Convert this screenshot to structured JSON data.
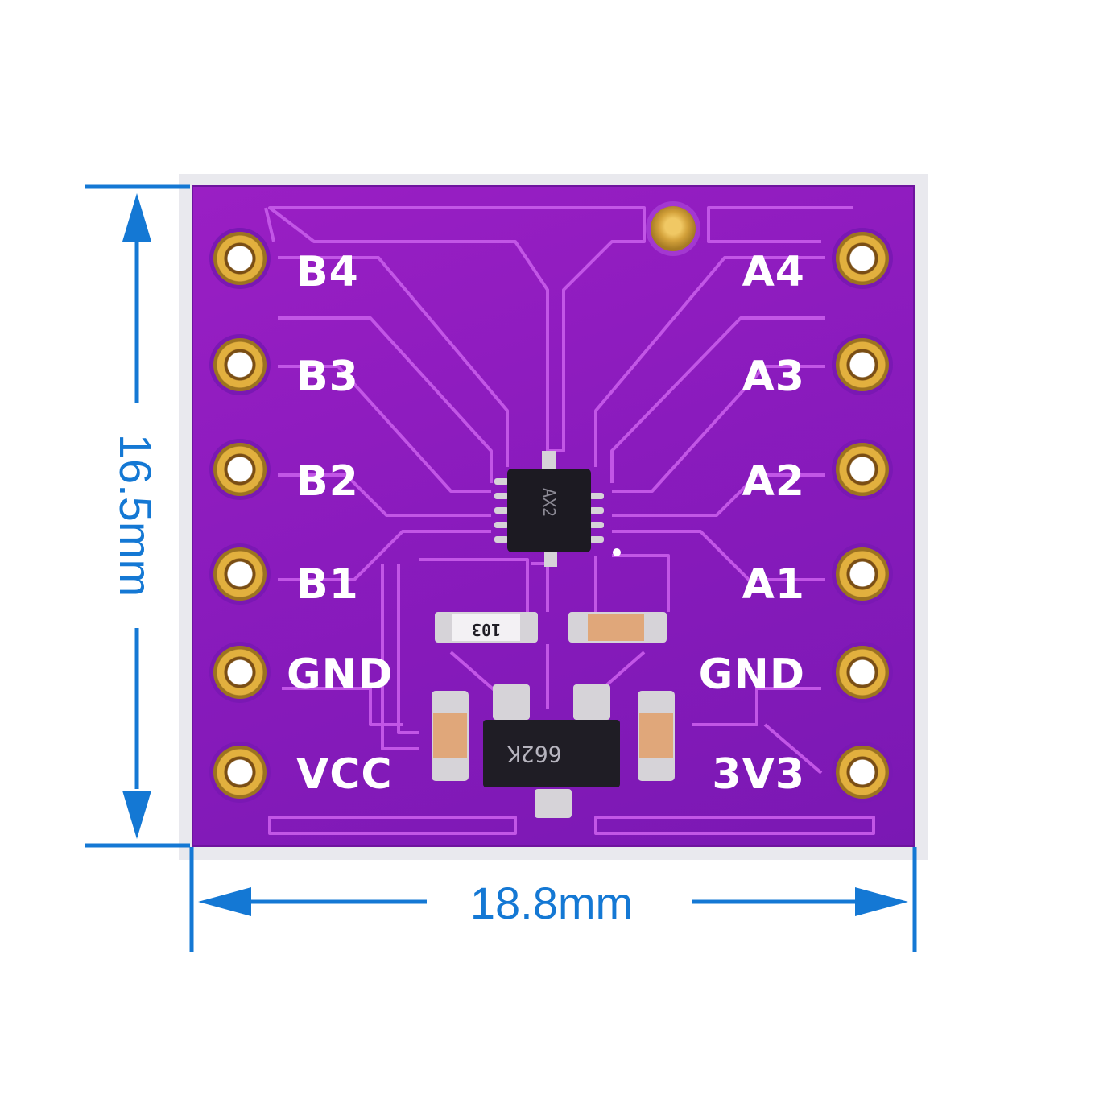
{
  "dimensions": {
    "height_label": "16.5mm",
    "width_label": "18.8mm",
    "color": "#1478d4"
  },
  "board": {
    "color": "#8a1bbd",
    "left_pins": [
      "B4",
      "B3",
      "B2",
      "B1",
      "GND",
      "VCC"
    ],
    "right_pins": [
      "A4",
      "A3",
      "A2",
      "A1",
      "GND",
      "3V3"
    ],
    "chip_marking": "AX2",
    "regulator_marking": "662K",
    "resistor_marking": "103"
  }
}
